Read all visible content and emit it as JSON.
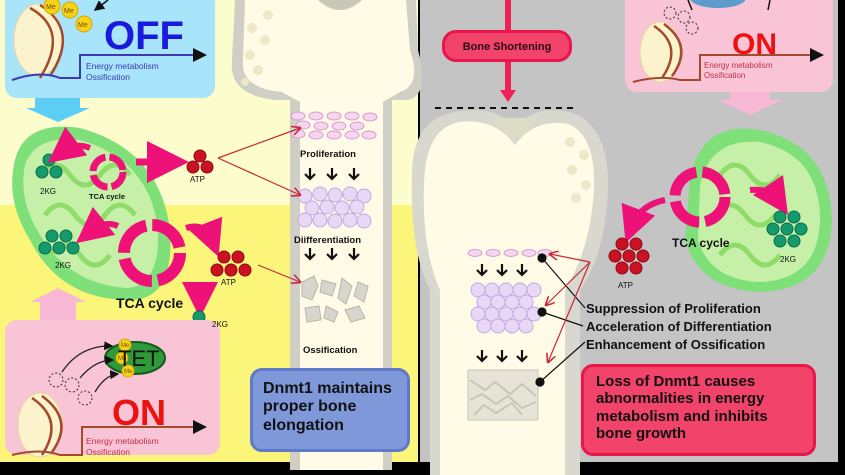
{
  "left_panel": {
    "top_state": {
      "label": "OFF",
      "genes": [
        "Energy metabolism",
        "Ossification"
      ],
      "methyl_label": "Me"
    },
    "bottom_state": {
      "label": "ON",
      "genes": [
        "Energy metabolism",
        "Ossification"
      ],
      "methyl_label": "Me"
    },
    "tet_label": "TET",
    "mito_top": {
      "tca_label": "TCA cycle",
      "kg_label": "2KG",
      "atp_label": "ATP"
    },
    "mito_bottom": {
      "tca_label": "TCA cycle",
      "kg_label": "2KG",
      "atp_label": "ATP",
      "tet_kg_label": "2KG"
    },
    "bone_stages": [
      "Proliferation",
      "Diifferentiation",
      "Ossification"
    ],
    "summary": "Dnmt1 maintains proper bone elongation"
  },
  "right_panel": {
    "shortening_label": "Bone Shortening",
    "state": {
      "label": "ON",
      "genes": [
        "Energy metabolism",
        "Ossification"
      ]
    },
    "mito": {
      "tca_label": "TCA cycle",
      "kg_label": "2KG",
      "atp_label": "ATP"
    },
    "effects": [
      "Suppression of Proliferation",
      "Acceleration of Differentiation",
      "Enhancement of Ossification"
    ],
    "summary": "Loss of Dnmt1 causes abnormalities in energy metabolism and inhibits bone growth"
  },
  "colors": {
    "off_blue": "#1a1adf",
    "on_red": "#ee1111",
    "tca_magenta": "#ee1177",
    "atp_red": "#cc1122",
    "kg_green": "#119966",
    "summary_blue": "#7f98d9",
    "summary_red": "#f2446a"
  }
}
